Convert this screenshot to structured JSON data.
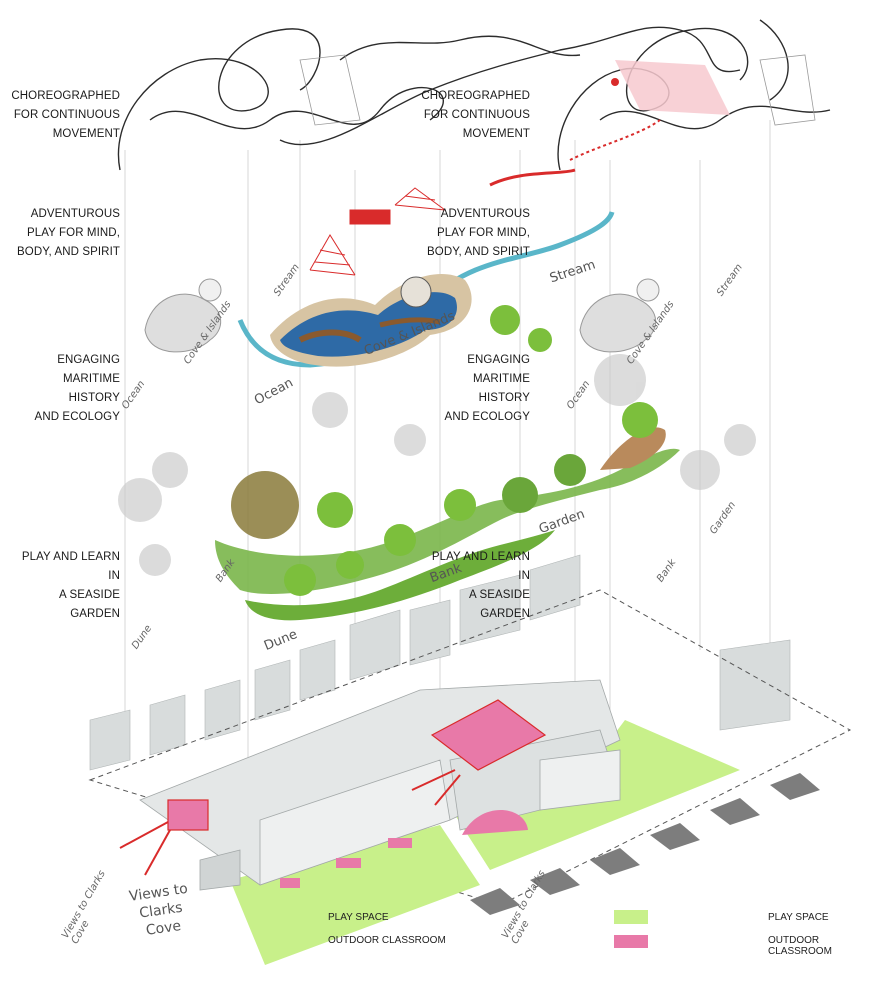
{
  "layers": {
    "left": [
      "CHOREOGRAPHED\nFOR CONTINUOUS\nMOVEMENT",
      "ADVENTUROUS\nPLAY FOR MIND,\nBODY, AND SPIRIT",
      "ENGAGING\nMARITIME HISTORY\nAND ECOLOGY",
      "PLAY AND LEARN IN\nA SEASIDE GARDEN"
    ],
    "center": [
      "CHOREOGRAPHED\nFOR CONTINUOUS\nMOVEMENT",
      "ADVENTUROUS\nPLAY FOR MIND,\nBODY, AND SPIRIT",
      "ENGAGING\nMARITIME HISTORY\nAND ECOLOGY",
      "PLAY AND LEARN IN\nA SEASIDE GARDEN"
    ]
  },
  "map_labels": {
    "stream": "Stream",
    "cove_islands": "Cove & Islands",
    "ocean": "Ocean",
    "garden": "Garden",
    "bank": "Bank",
    "dune": "Dune",
    "views": "Views to\nClarks\nCove"
  },
  "ghost_labels": {
    "ocean_left": "Ocean",
    "stream_left": "Stream",
    "cove_left": "Cove & Islands",
    "bank_left": "Bank",
    "dune_left": "Dune",
    "ocean_right": "Ocean",
    "stream_right": "Stream",
    "cove_right": "Cove & Islands",
    "bank_right": "Bank",
    "garden_right": "Garden",
    "views_left": "Views to Clarks Cove",
    "views_right": "Views to Clarks Cove"
  },
  "legend": {
    "center": {
      "play": "PLAY SPACE",
      "classroom": "OUTDOOR CLASSROOM"
    },
    "right": {
      "play": "PLAY SPACE",
      "classroom": "OUTDOOR CLASSROOM"
    }
  },
  "colors": {
    "play_space": "#c8f08a",
    "outdoor_classroom": "#e879a8",
    "accent_red": "#d92b2b",
    "water": "#3a7fb8",
    "mud": "#8a5a2e",
    "green": "#6dae3a"
  }
}
